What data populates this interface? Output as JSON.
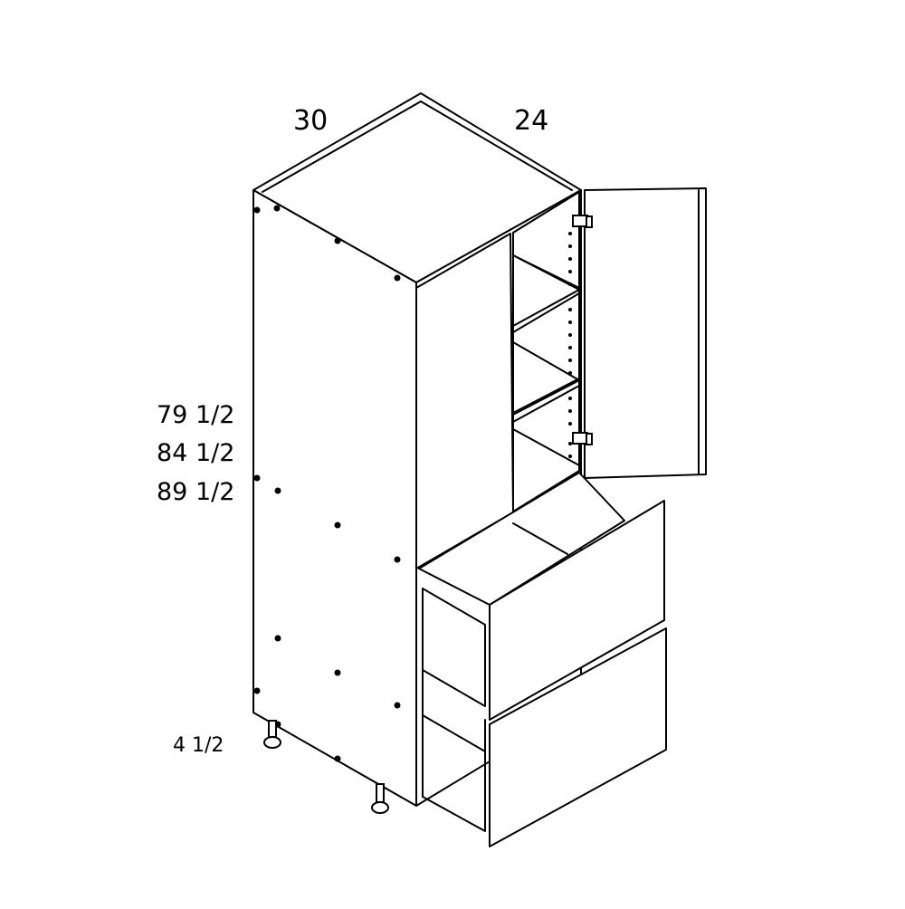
{
  "dimensions": {
    "width": "30",
    "depth": "24",
    "heights": [
      "79 1/2",
      "84 1/2",
      "89 1/2"
    ],
    "leg_height": "4 1/2"
  }
}
